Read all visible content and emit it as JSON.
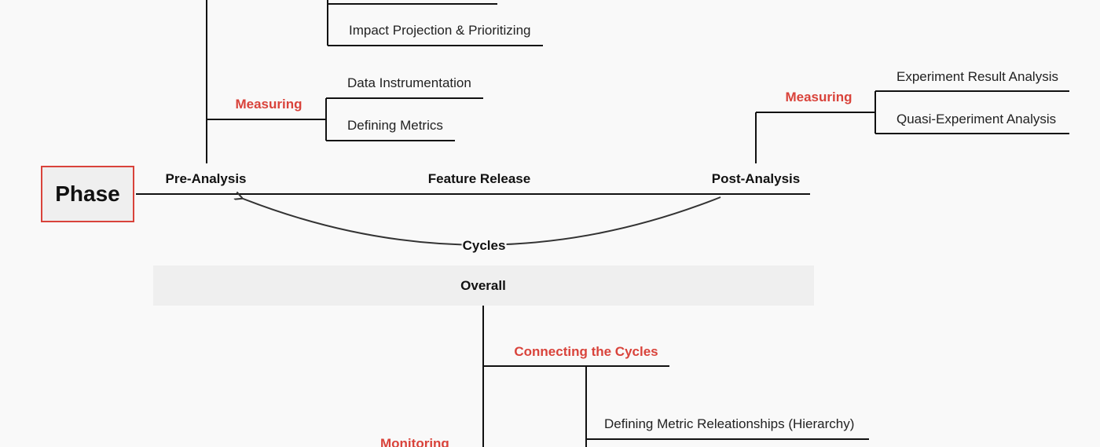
{
  "phase": {
    "title": "Phase"
  },
  "timeline": {
    "pre_analysis": "Pre-Analysis",
    "feature_release": "Feature Release",
    "post_analysis": "Post-Analysis",
    "cycles": "Cycles"
  },
  "pre_branch": {
    "impact_projection": "Impact Projection & Prioritizing",
    "measuring": {
      "label": "Measuring",
      "items": [
        "Data Instrumentation",
        "Defining Metrics"
      ]
    }
  },
  "post_branch": {
    "measuring": {
      "label": "Measuring",
      "items": [
        "Experiment Result Analysis",
        "Quasi-Experiment Analysis"
      ]
    }
  },
  "overall": {
    "label": "Overall",
    "connecting": {
      "label": "Connecting the Cycles",
      "items": [
        "Defining Metric Releationships (Hierarchy)"
      ]
    },
    "monitoring": {
      "label": "Monitoring"
    }
  },
  "colors": {
    "accent": "#d9433b",
    "line": "#111111",
    "band": "#efefef",
    "background": "#f9f9f9"
  }
}
